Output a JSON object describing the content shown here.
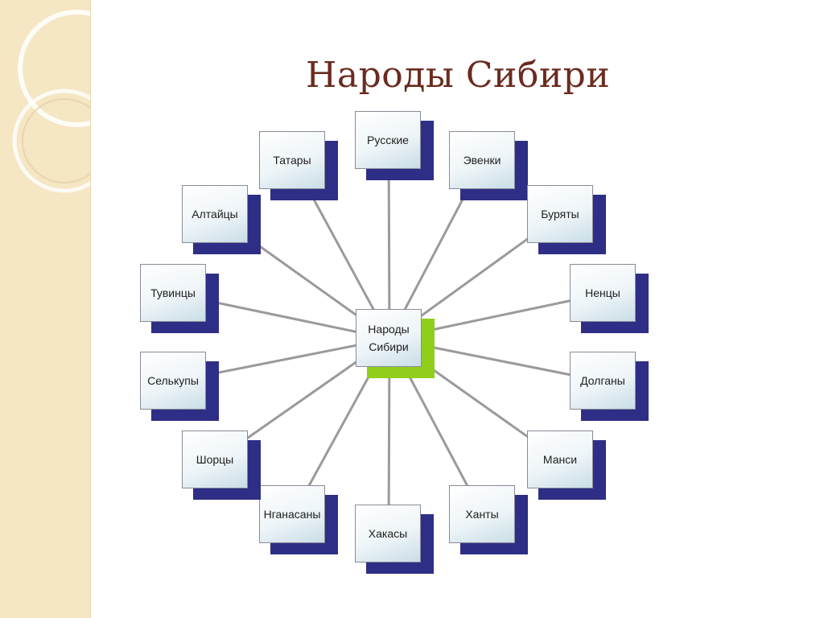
{
  "title": "Народы Сибири",
  "center": {
    "label": "Народы Сибири"
  },
  "peoples": [
    {
      "id": "russkie",
      "label": "Русские"
    },
    {
      "id": "evenki",
      "label": "Эвенки"
    },
    {
      "id": "buryaty",
      "label": "Буряты"
    },
    {
      "id": "nentsy",
      "label": "Ненцы"
    },
    {
      "id": "dolgany",
      "label": "Долганы"
    },
    {
      "id": "mansi",
      "label": "Манси"
    },
    {
      "id": "khanty",
      "label": "Ханты"
    },
    {
      "id": "khakasy",
      "label": "Хакасы"
    },
    {
      "id": "nganasany",
      "label": "Нганасаны"
    },
    {
      "id": "shortsy",
      "label": "Шорцы"
    },
    {
      "id": "selkupy",
      "label": "Селькупы"
    },
    {
      "id": "tuvintsy",
      "label": "Тувинцы"
    },
    {
      "id": "altaitsy",
      "label": "Алтайцы"
    },
    {
      "id": "tatary",
      "label": "Татары"
    }
  ],
  "colors": {
    "title": "#6b2b1e",
    "box_shadow": "#2e2e86",
    "center_shadow": "#8fcf1c",
    "connector": "#9a9a9a",
    "side_strip": "#f5e6c4"
  }
}
